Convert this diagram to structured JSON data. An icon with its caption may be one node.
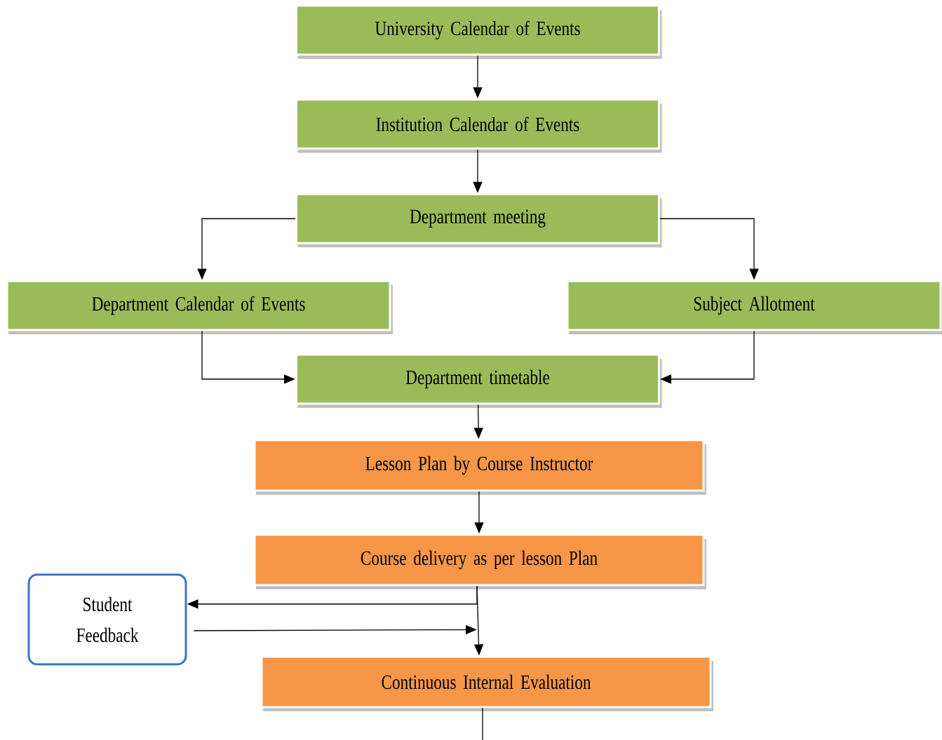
{
  "diagram": {
    "nodes": [
      {
        "text": [
          "University Calendar of Events"
        ]
      },
      {
        "text": [
          "Institution Calendar of Events"
        ]
      },
      {
        "text": [
          "Department meeting"
        ]
      },
      {
        "text": [
          "Department Calendar of Events"
        ]
      },
      {
        "text": [
          "Subject Allotment"
        ]
      },
      {
        "text": [
          "Department timetable"
        ]
      },
      {
        "text": [
          "Lesson Plan by Course Instructor"
        ]
      },
      {
        "text": [
          "Course delivery as per lesson Plan"
        ]
      },
      {
        "text": [
          "Student Feedback"
        ]
      },
      {
        "text": [
          "Continuous Internal Evaluation"
        ]
      }
    ],
    "edges": [
      {
        "from": 0,
        "to": 1,
        "arrow": "to"
      },
      {
        "from": 1,
        "to": 2,
        "arrow": "to"
      },
      {
        "from": 2,
        "to": 3,
        "arrow": "to"
      },
      {
        "from": 2,
        "to": 4,
        "arrow": "to"
      },
      {
        "from": 3,
        "to": 5,
        "arrow": "to"
      },
      {
        "from": 4,
        "to": 5,
        "arrow": "to"
      },
      {
        "from": 5,
        "to": 6,
        "arrow": "to"
      },
      {
        "from": 6,
        "to": 7,
        "arrow": "to"
      },
      {
        "from": 7,
        "to": 8,
        "arrow": "to"
      },
      {
        "from": 8,
        "to": 9,
        "arrow": "to"
      },
      {
        "from": 7,
        "to": 9,
        "arrow": "to"
      },
      {
        "from": 9,
        "to": null,
        "arrow": "none"
      }
    ]
  }
}
